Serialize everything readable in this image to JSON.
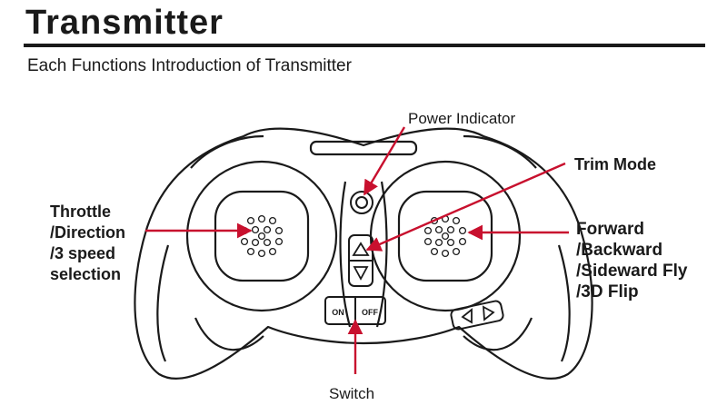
{
  "header": {
    "title": "Transmitter",
    "subtitle": "Each Functions Introduction of Transmitter"
  },
  "callouts": {
    "power_indicator": "Power Indicator",
    "trim_mode": "Trim Mode",
    "throttle": [
      "Throttle",
      "/Direction",
      "/3 speed",
      "selection"
    ],
    "forward": [
      "Forward",
      "/Backward",
      "/Sideward Fly",
      "/3D Flip"
    ],
    "switch": "Switch"
  },
  "switch_labels": {
    "on": "ON",
    "off": "OFF"
  },
  "colors": {
    "arrow": "#c8102e",
    "ink": "#1a1a1a"
  }
}
